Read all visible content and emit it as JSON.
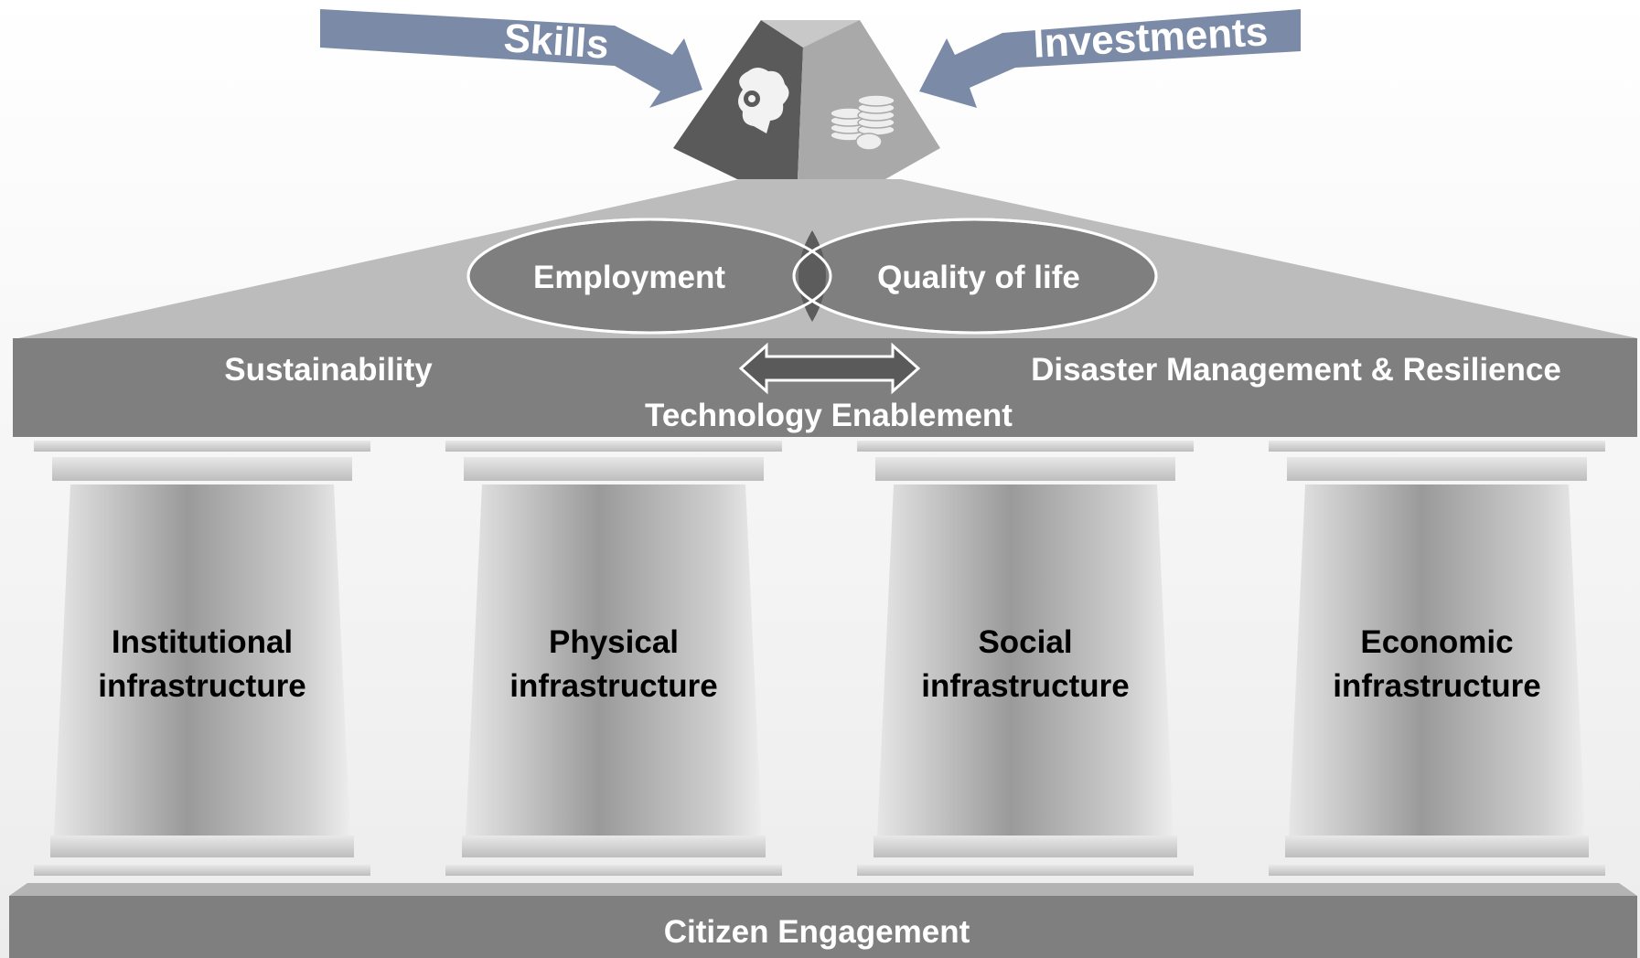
{
  "inputs": {
    "left": "Skills",
    "right": "Investments"
  },
  "capstone": {
    "left_icon": "brain-gear-icon",
    "right_icon": "coins-icon"
  },
  "roof": {
    "left_oval": "Employment",
    "right_oval": "Quality of life"
  },
  "beam": {
    "left": "Sustainability",
    "right": "Disaster Management & Resilience",
    "center": "Technology Enablement"
  },
  "pillars": [
    {
      "line1": "Institutional",
      "line2": "infrastructure"
    },
    {
      "line1": "Physical",
      "line2": "infrastructure"
    },
    {
      "line1": "Social",
      "line2": "infrastructure"
    },
    {
      "line1": "Economic",
      "line2": "infrastructure"
    }
  ],
  "foundation": "Citizen Engagement",
  "colors": {
    "arrow_fill": "#7b8aa6",
    "capstone_dark": "#5a5a5a",
    "capstone_light": "#a9a9a9",
    "roof": "#bcbcbc",
    "oval": "#7f7f7f",
    "beam": "#7f7f7f",
    "foundation": "#7f7f7f"
  }
}
